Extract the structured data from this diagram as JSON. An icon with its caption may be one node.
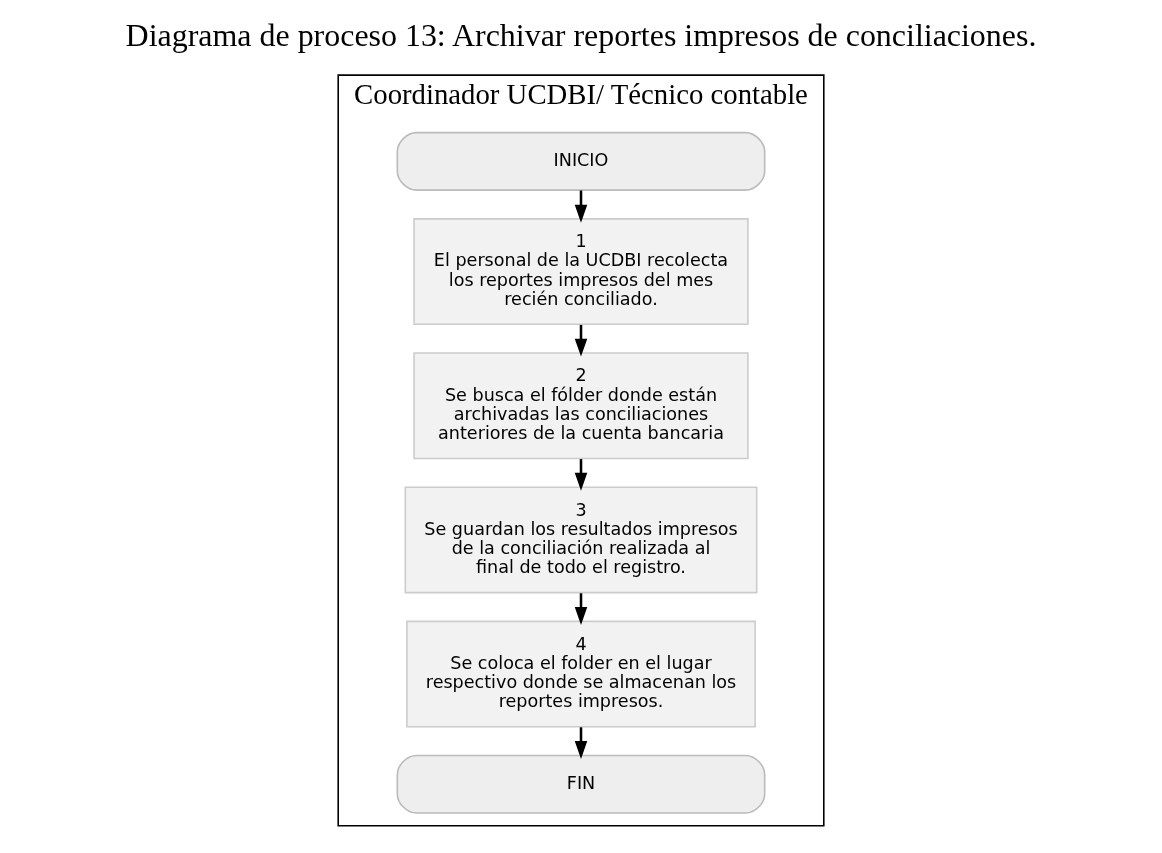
{
  "diagram": {
    "title": "Diagrama de proceso 13: Archivar reportes impresos de conciliaciones.",
    "nodes": [
      {
        "text": [
          "Coordinador UCDBI/ Técnico contable"
        ]
      },
      {
        "text": [
          "INICIO"
        ],
        "in": 0
      },
      {
        "text": [
          "1",
          "El personal de la UCDBI recolecta los reportes impresos del mes recién conciliado."
        ],
        "in": 0
      },
      {
        "text": [
          "2",
          "Se busca el fólder donde están archivadas las conciliaciones anteriores de la cuenta bancaria"
        ],
        "in": 0
      },
      {
        "text": [
          "3",
          "Se guardan los resultados impresos de la conciliación realizada al final de todo el registro."
        ],
        "in": 0
      },
      {
        "text": [
          "4",
          "Se coloca el folder en el lugar respectivo donde se almacenan los reportes impresos."
        ],
        "in": 0
      },
      {
        "text": [
          "FIN"
        ],
        "in": 0
      }
    ],
    "edges": [
      {
        "from": 1,
        "to": 2,
        "arrow": "to"
      },
      {
        "from": 2,
        "to": 3,
        "arrow": "to"
      },
      {
        "from": 3,
        "to": 4,
        "arrow": "to"
      },
      {
        "from": 4,
        "to": 5,
        "arrow": "to"
      },
      {
        "from": 5,
        "to": 6,
        "arrow": "to"
      }
    ]
  }
}
